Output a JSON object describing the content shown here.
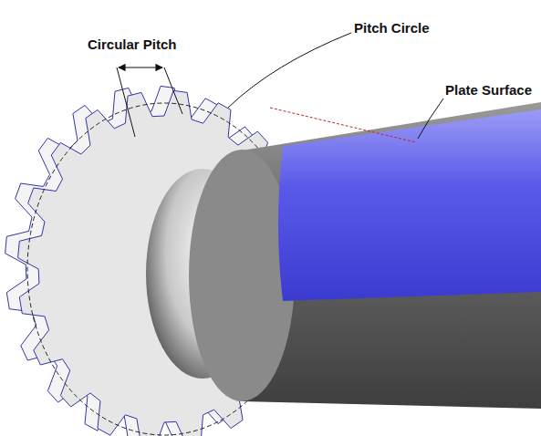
{
  "diagram": {
    "labels": [
      "Circular Pitch",
      "Pitch Circle",
      "Plate Surface"
    ]
  }
}
